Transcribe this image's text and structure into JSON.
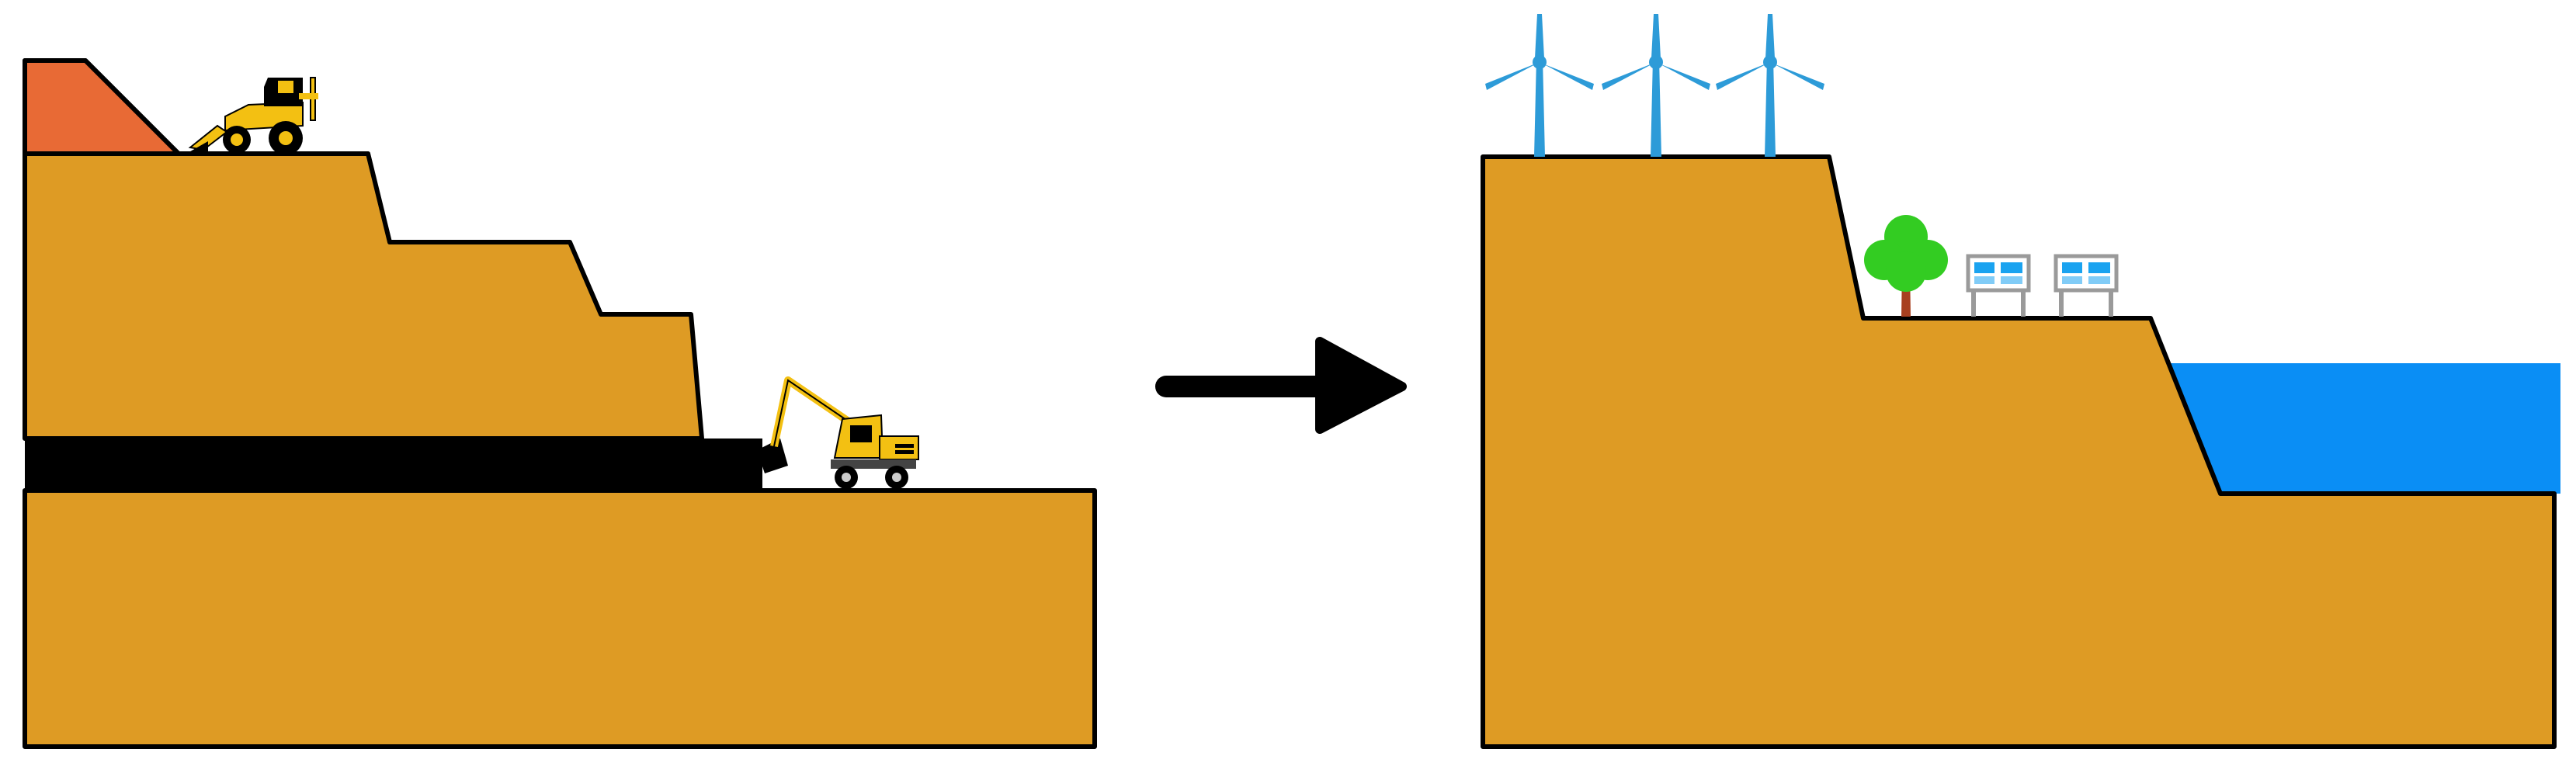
{
  "diagram": {
    "before": {
      "layers": [
        "overburden",
        "soil",
        "coal-seam",
        "bedrock"
      ],
      "machines": [
        "backhoe-loader",
        "excavator"
      ]
    },
    "arrow": "right-arrow",
    "after": {
      "features": [
        "wind-turbine",
        "wind-turbine",
        "wind-turbine",
        "tree",
        "solar-panel",
        "solar-panel",
        "water-body"
      ]
    }
  },
  "colors": {
    "soil": "#DE9B24",
    "overburden": "#E86A35",
    "coal": "#000000",
    "water": "#0A8EF5",
    "turbine": "#2D9BD8",
    "machine": "#F3C012",
    "tree_leaves": "#33CC22",
    "tree_trunk": "#A84020",
    "panel": "#1AA3F0",
    "outline": "#000000"
  }
}
